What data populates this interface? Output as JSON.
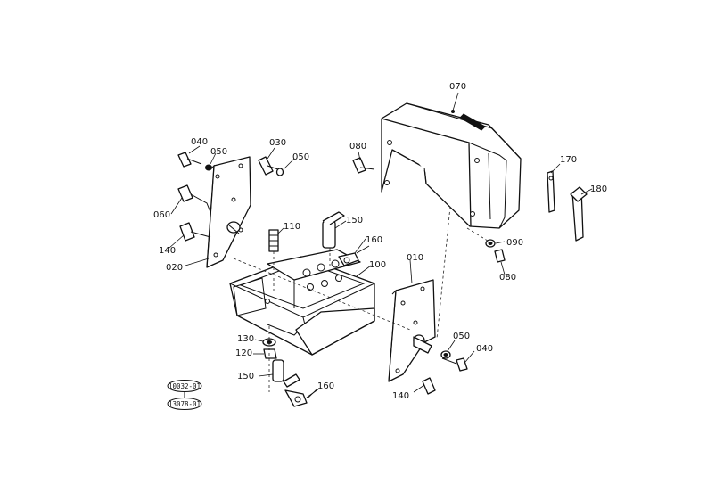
{
  "callouts": [
    {
      "id": "070",
      "text": "070"
    },
    {
      "id": "080a",
      "text": "080"
    },
    {
      "id": "040a",
      "text": "040"
    },
    {
      "id": "050a",
      "text": "050"
    },
    {
      "id": "030",
      "text": "030"
    },
    {
      "id": "050b",
      "text": "050"
    },
    {
      "id": "060",
      "text": "060"
    },
    {
      "id": "110",
      "text": "110"
    },
    {
      "id": "150a",
      "text": "150"
    },
    {
      "id": "170",
      "text": "170"
    },
    {
      "id": "180",
      "text": "180"
    },
    {
      "id": "140a",
      "text": "140"
    },
    {
      "id": "160a",
      "text": "160"
    },
    {
      "id": "020",
      "text": "020"
    },
    {
      "id": "010",
      "text": "010"
    },
    {
      "id": "100",
      "text": "100"
    },
    {
      "id": "090",
      "text": "090"
    },
    {
      "id": "080b",
      "text": "080"
    },
    {
      "id": "130",
      "text": "130"
    },
    {
      "id": "120",
      "text": "120"
    },
    {
      "id": "050c",
      "text": "050"
    },
    {
      "id": "040b",
      "text": "040"
    },
    {
      "id": "150b",
      "text": "150"
    },
    {
      "id": "140b",
      "text": "140"
    },
    {
      "id": "160b",
      "text": "160"
    }
  ],
  "ref_stamps": [
    "10032-01",
    "13078-01"
  ]
}
